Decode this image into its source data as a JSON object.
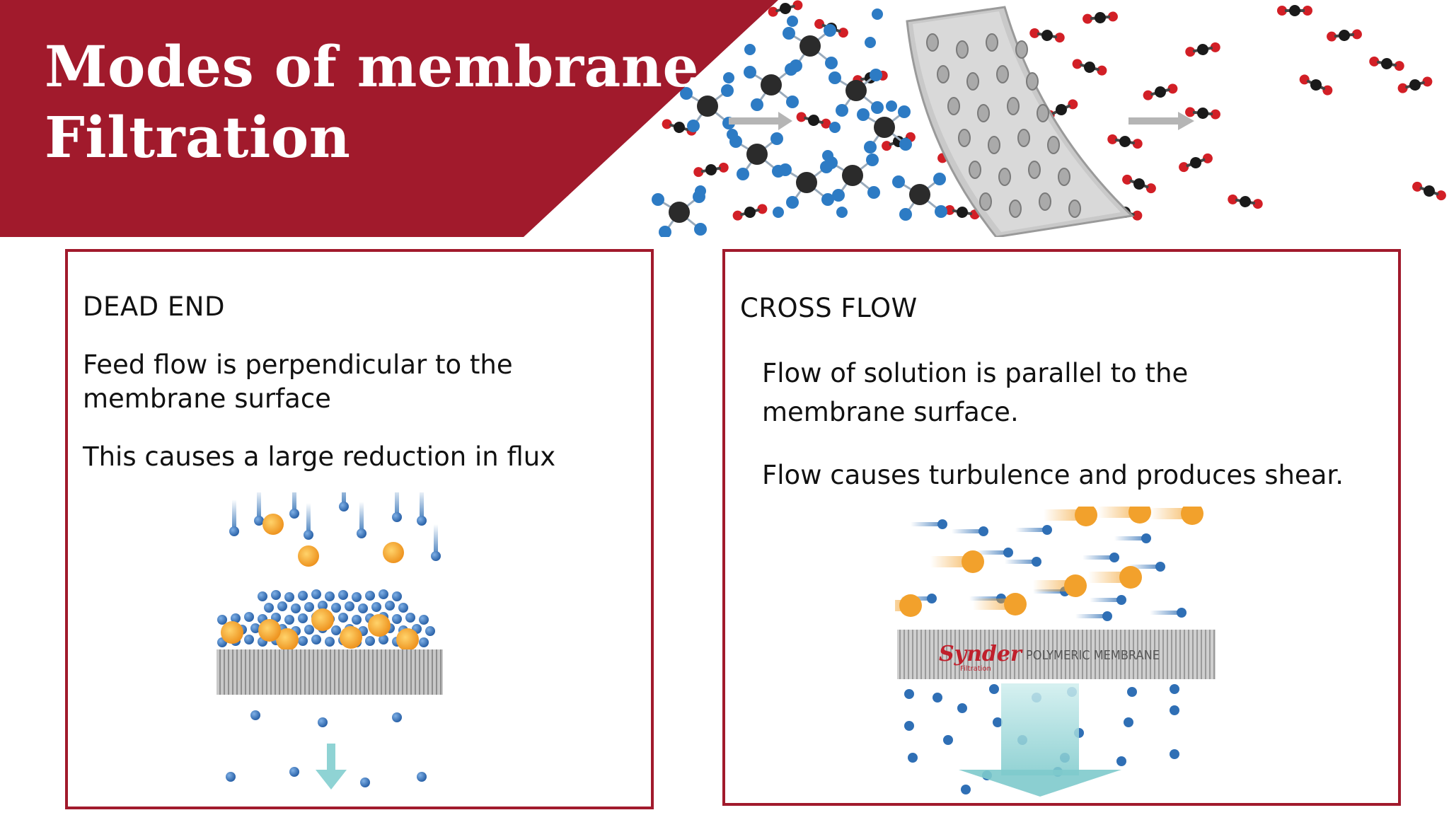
{
  "title": {
    "line1": "Modes of membrane",
    "line2": "Filtration"
  },
  "colors": {
    "accent": "#a11a2c",
    "particle_blue": "#2f6fb5",
    "particle_orange": "#f2a12c",
    "arrow_teal": "#8fd3d4"
  },
  "dead_end": {
    "heading": "DEAD END",
    "point1": "Feed flow is perpendicular to the membrane surface",
    "point2": "This causes a large reduction in flux"
  },
  "cross_flow": {
    "heading": "CROSS FLOW",
    "point1": "Flow of solution is parallel to the membrane surface.",
    "point2": "Flow causes turbulence and produces shear.",
    "membrane_brand": "Synder",
    "membrane_brand_sub": "Filtration",
    "membrane_label": "POLYMERIC MEMBRANE"
  }
}
